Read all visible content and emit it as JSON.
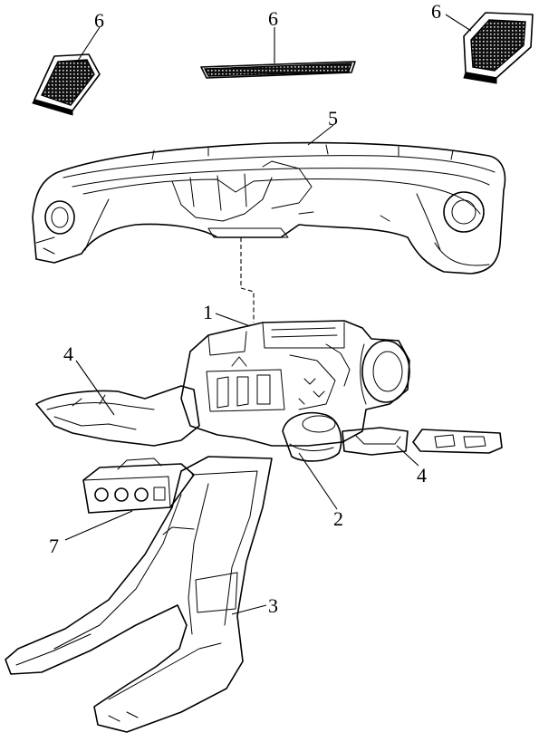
{
  "diagram": {
    "callouts": [
      {
        "id": "vent-left",
        "label": "6"
      },
      {
        "id": "vent-center",
        "label": "6"
      },
      {
        "id": "vent-right",
        "label": "6"
      },
      {
        "id": "dash-panel",
        "label": "5"
      },
      {
        "id": "heater-unit",
        "label": "1"
      },
      {
        "id": "duct-left",
        "label": "4"
      },
      {
        "id": "duct-right",
        "label": "4"
      },
      {
        "id": "blower",
        "label": "2"
      },
      {
        "id": "floor-duct",
        "label": "3"
      },
      {
        "id": "control-panel",
        "label": "7"
      }
    ]
  }
}
